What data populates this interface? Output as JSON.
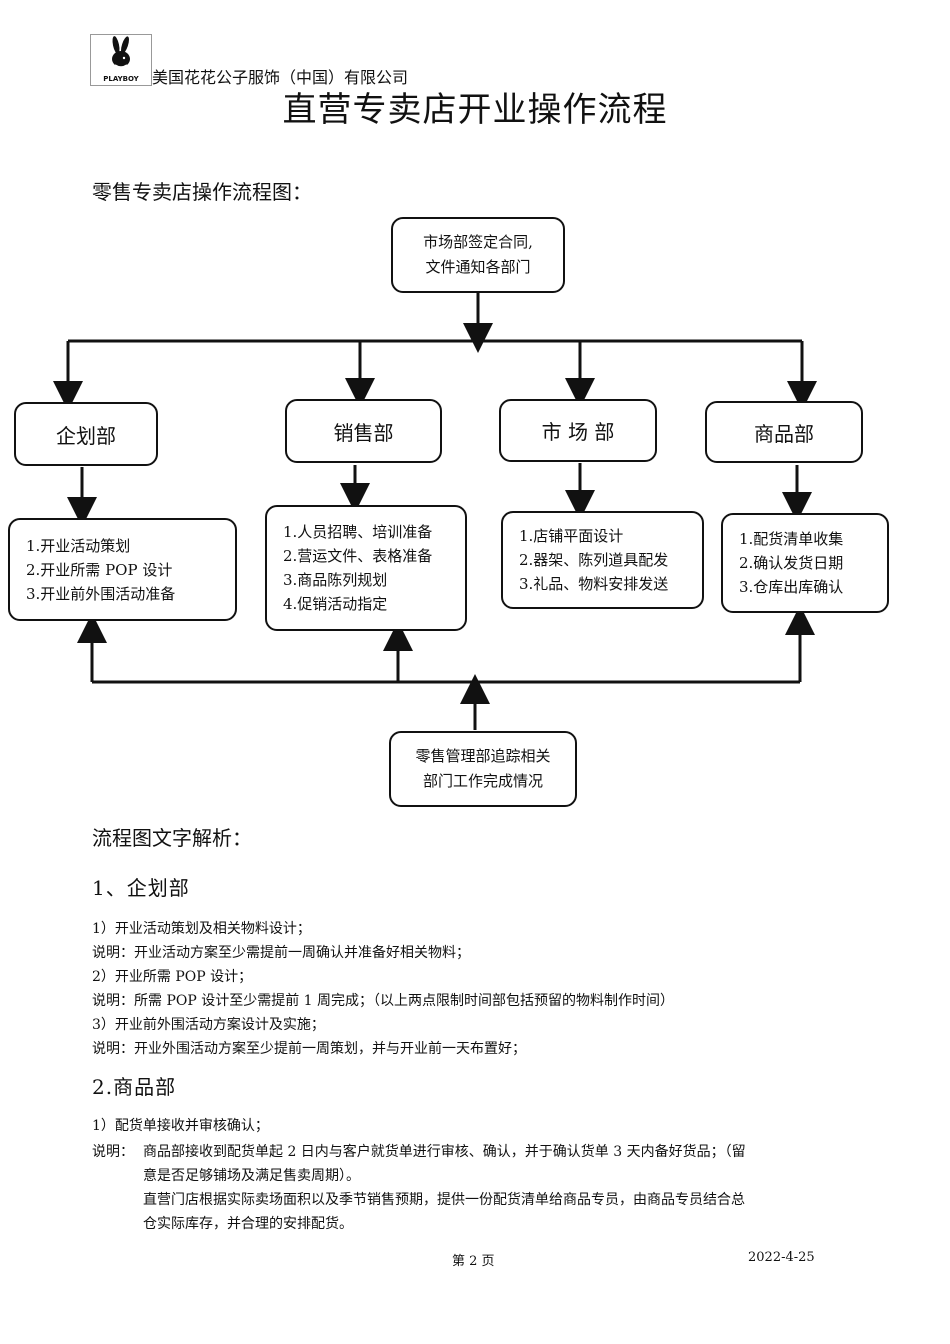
{
  "header": {
    "logo_text": "PLAYBOY",
    "company": "美国花花公子服饰（中国）有限公司",
    "title": "直营专卖店开业操作流程"
  },
  "flow_heading": "零售专卖店操作流程图：",
  "flowchart": {
    "top_node": [
      "市场部签定合同,",
      "文件通知各部门"
    ],
    "departments": [
      "企划部",
      "销售部",
      "市 场 部",
      "商品部"
    ],
    "tasks": [
      [
        "1.开业活动策划",
        "2.开业所需 POP 设计",
        "3.开业前外围活动准备"
      ],
      [
        "1.人员招聘、培训准备",
        "2.营运文件、表格准备",
        "3.商品陈列规划",
        "4.促销活动指定"
      ],
      [
        "1.店铺平面设计",
        "2.器架、陈列道具配发",
        "3.礼品、物料安排发送"
      ],
      [
        "1.配货清单收集",
        "2.确认发货日期",
        "3.仓库出库确认"
      ]
    ],
    "bottom_node": [
      "零售管理部追踪相关",
      "部门工作完成情况"
    ]
  },
  "analysis_heading": "流程图文字解析：",
  "section1": {
    "heading": "1、企划部",
    "lines": [
      "1）开业活动策划及相关物料设计；",
      "说明：开业活动方案至少需提前一周确认并准备好相关物料；",
      "2）开业所需 POP 设计；",
      "说明：所需 POP 设计至少需提前 1 周完成；（以上两点限制时间部包括预留的物料制作时间）",
      "3）开业前外围活动方案设计及实施；",
      "说明：开业外围活动方案至少提前一周策划，并与开业前一天布置好；"
    ]
  },
  "section2": {
    "heading": "2.商品部",
    "item": "1）配货单接收并审核确认；",
    "label": "说明：",
    "para1_line1": "商品部接收到配货单起 2 日内与客户就货单进行审核、确认，并于确认货单 3 天内备好货品；（留",
    "para1_line2": "意是否足够铺场及满足售卖周期）。",
    "para2_line1": "直营门店根据实际卖场面积以及季节销售预期，提供一份配货清单给商品专员，由商品专员结合总",
    "para2_line2": "仓实际库存，并合理的安排配货。"
  },
  "footer": {
    "page": "第 2 页",
    "date": "2022-4-25"
  }
}
